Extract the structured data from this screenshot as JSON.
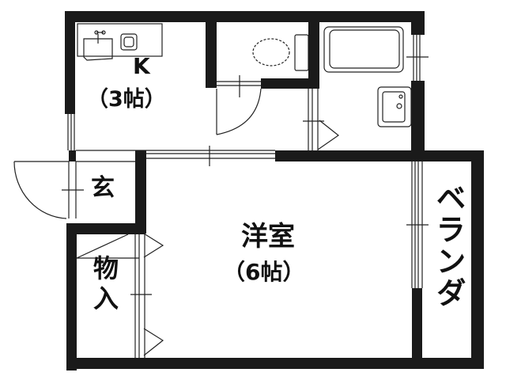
{
  "floor_plan": {
    "colors": {
      "wall": "#1a1a1a",
      "line": "#222222",
      "background": "#ffffff"
    },
    "rooms": [
      {
        "id": "kitchen",
        "name": "K",
        "size": "（3帖）"
      },
      {
        "id": "entrance",
        "name": "玄"
      },
      {
        "id": "storage",
        "name": "物入"
      },
      {
        "id": "western-room",
        "name": "洋室",
        "size": "（6帖）"
      },
      {
        "id": "veranda",
        "name": "ベランダ"
      }
    ],
    "fixtures": [
      "sink",
      "stove",
      "toilet",
      "bathtub",
      "washbasin"
    ]
  }
}
